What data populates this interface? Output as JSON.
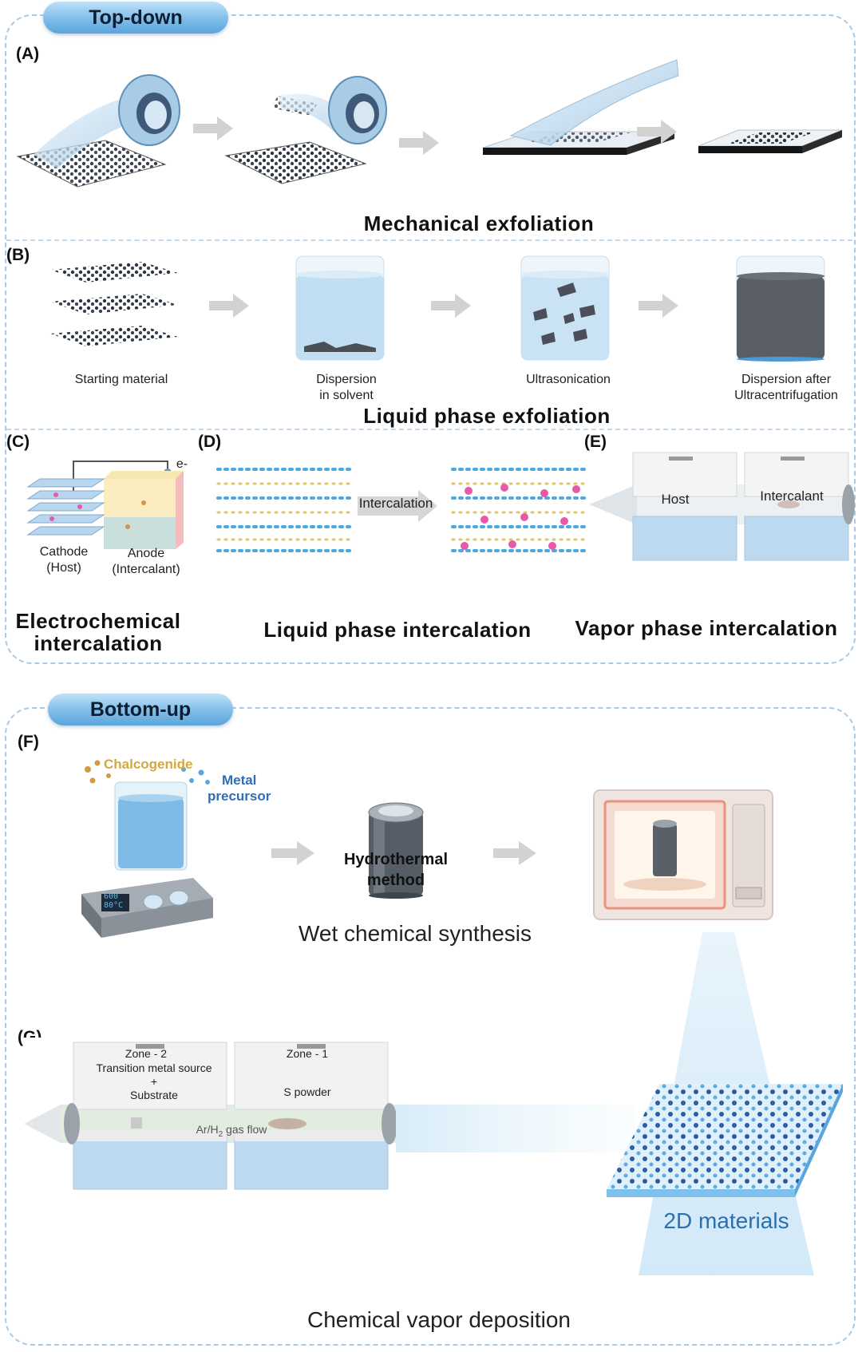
{
  "sections": {
    "top": {
      "title": "Top-down"
    },
    "bottom": {
      "title": "Bottom-up"
    }
  },
  "panels": {
    "a": {
      "label": "(A)",
      "caption": "Mechanical exfoliation"
    },
    "b": {
      "label": "(B)",
      "caption": "Liquid phase exfoliation",
      "steps": [
        "Starting material",
        "Dispersion\nin solvent",
        "Ultrasonication",
        "Dispersion after\nUltracentrifugation"
      ]
    },
    "c": {
      "label": "(C)",
      "caption_line1": "Electrochemical",
      "caption_line2": "intercalation",
      "electron": "e-",
      "cathode_line1": "Cathode",
      "cathode_line2": "(Host)",
      "anode_line1": "Anode",
      "anode_line2": "(Intercalant)"
    },
    "d": {
      "label": "(D)",
      "caption": "Liquid phase intercalation",
      "arrow_text": "Intercalation"
    },
    "e": {
      "label": "(E)",
      "caption": "Vapor phase intercalation",
      "host": "Host",
      "intercalant": "Intercalant"
    },
    "f": {
      "label": "(F)",
      "chalcogenide": "Chalcogenide",
      "metal_line1": "Metal",
      "metal_line2": "precursor",
      "display_line1": "600",
      "display_line2": "80°C",
      "hydro_line1": "Hydrothermal",
      "hydro_line2": "method",
      "caption": "Wet chemical synthesis"
    },
    "g": {
      "label": "(G)",
      "zone2": "Zone - 2",
      "zone2_desc_line1": "Transition metal source",
      "zone2_desc_line2": "+",
      "zone2_desc_line3": "Substrate",
      "zone1": "Zone - 1",
      "zone1_desc": "S powder",
      "gas_prefix": "Ar/H",
      "gas_sub": "2",
      "gas_suffix": " gas flow",
      "product": "2D materials",
      "caption": "Chemical vapor deposition"
    }
  },
  "colors": {
    "accent_blue": "#5aa5dc",
    "dashed_border": "#a9c9e6",
    "flake_dark": "#2c3440",
    "product_text": "#2a6fb0",
    "chalcogenide_text": "#d4a93a",
    "metal_text": "#2f6db5",
    "intercalant_pink": "#e85aa5"
  }
}
